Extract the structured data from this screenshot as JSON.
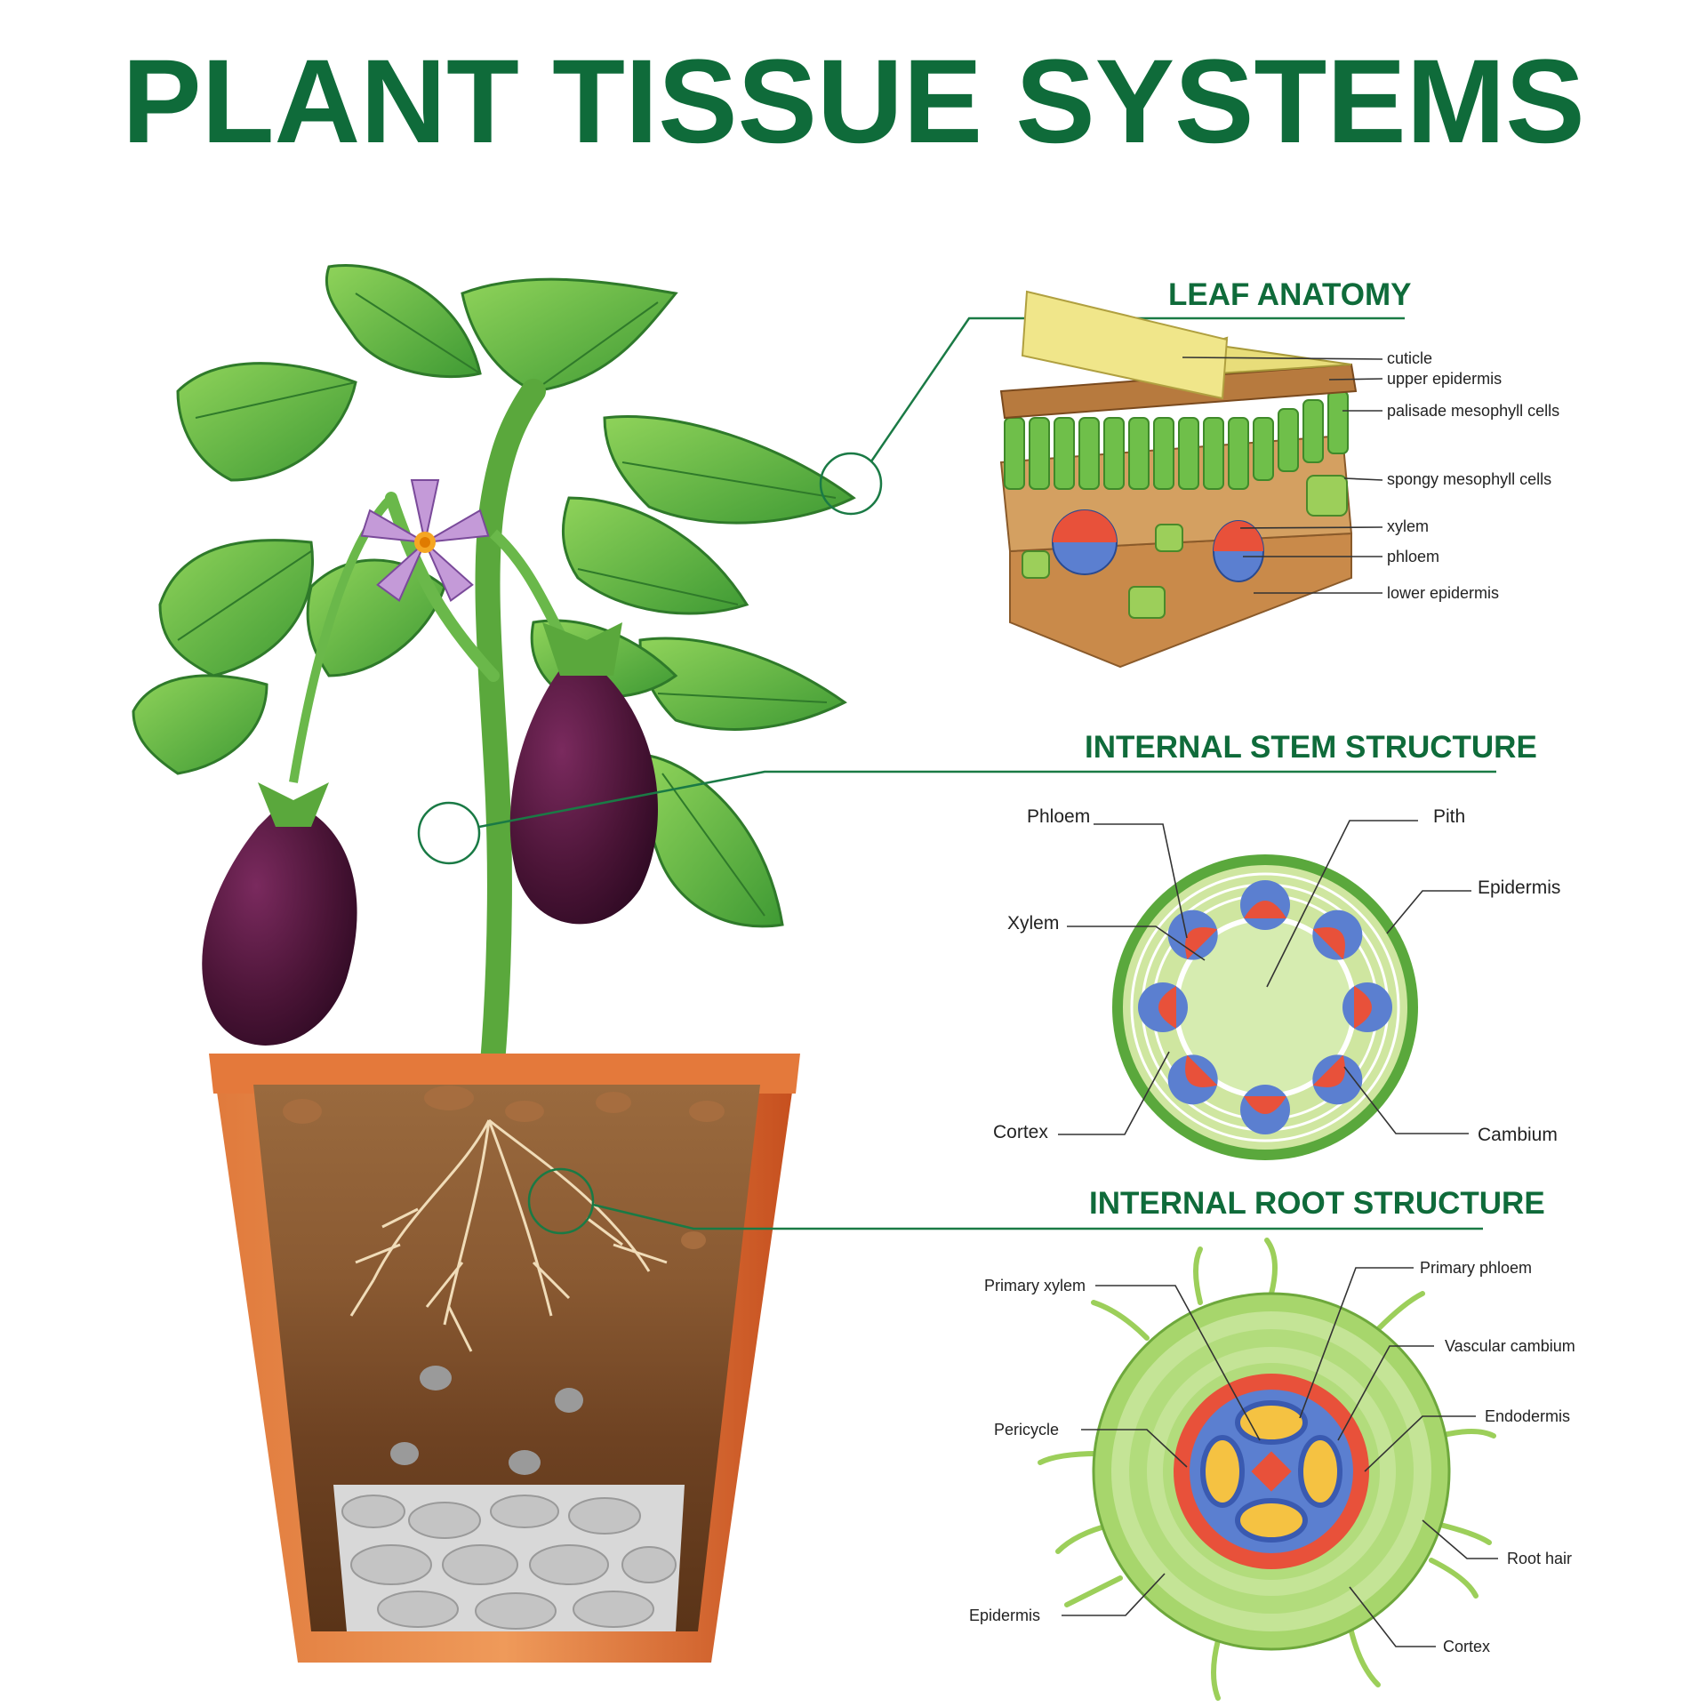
{
  "title": "PLANT TISSUE SYSTEMS",
  "colors": {
    "title_green": "#0f6b3a",
    "leaf_green": "#4caf50",
    "eggplant_purple": "#4a1436",
    "pot_orange": "#d9622b",
    "soil_brown": "#7a4a28",
    "xylem_red": "#e8513a",
    "phloem_blue": "#5b7fd0",
    "pith_green": "#d6ecb0"
  },
  "sections": {
    "leaf": {
      "heading": "LEAF ANATOMY",
      "labels": [
        "cuticle",
        "upper epidermis",
        "palisade mesophyll cells",
        "spongy mesophyll cells",
        "xylem",
        "phloem",
        "lower epidermis"
      ]
    },
    "stem": {
      "heading": "INTERNAL STEM STRUCTURE",
      "labels": {
        "phloem": "Phloem",
        "pith": "Pith",
        "epidermis": "Epidermis",
        "xylem": "Xylem",
        "cortex": "Cortex",
        "cambium": "Cambium"
      }
    },
    "root": {
      "heading": "INTERNAL ROOT STRUCTURE",
      "labels": {
        "primary_xylem": "Primary xylem",
        "primary_phloem": "Primary phloem",
        "vascular_cambium": "Vascular cambium",
        "pericycle": "Pericycle",
        "endodermis": "Endodermis",
        "root_hair": "Root hair",
        "epidermis": "Epidermis",
        "cortex": "Cortex"
      }
    }
  },
  "icons": [
    "eggplant-plant-illustration",
    "flower-icon",
    "leaf-block-illustration",
    "stem-cross-section",
    "root-cross-section"
  ]
}
